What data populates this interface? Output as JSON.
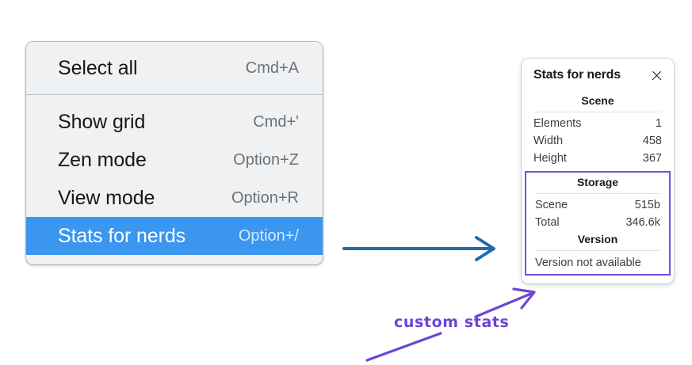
{
  "context_menu": {
    "name": "context-menu",
    "groups": [
      {
        "items": [
          {
            "label": "Select all",
            "shortcut": "Cmd+A",
            "selected": false
          }
        ]
      },
      {
        "items": [
          {
            "label": "Show grid",
            "shortcut": "Cmd+'",
            "selected": false
          },
          {
            "label": "Zen mode",
            "shortcut": "Option+Z",
            "selected": false
          },
          {
            "label": "View mode",
            "shortcut": "Option+R",
            "selected": false
          },
          {
            "label": "Stats for nerds",
            "shortcut": "Option+/",
            "selected": true
          }
        ]
      }
    ],
    "selected_bg": "#3a96ef",
    "background": "#eff1f2"
  },
  "stats_panel": {
    "title": "Stats for nerds",
    "close_icon": "close-icon",
    "sections": [
      {
        "title": "Scene",
        "rows": [
          {
            "key": "Elements",
            "value": "1"
          },
          {
            "key": "Width",
            "value": "458"
          },
          {
            "key": "Height",
            "value": "367"
          }
        ]
      },
      {
        "title": "Storage",
        "rows": [
          {
            "key": "Scene",
            "value": "515b"
          },
          {
            "key": "Total",
            "value": "346.6k"
          }
        ]
      },
      {
        "title": "Version",
        "rows": [],
        "plain_text": "Version not available"
      }
    ],
    "highlight_color": "#7a4de0"
  },
  "annotations": {
    "label": "custom stats",
    "label_color": "#6b45d6",
    "blue_arrow_color": "#1f6cb0",
    "purple_stroke_color": "#6b45d6"
  }
}
